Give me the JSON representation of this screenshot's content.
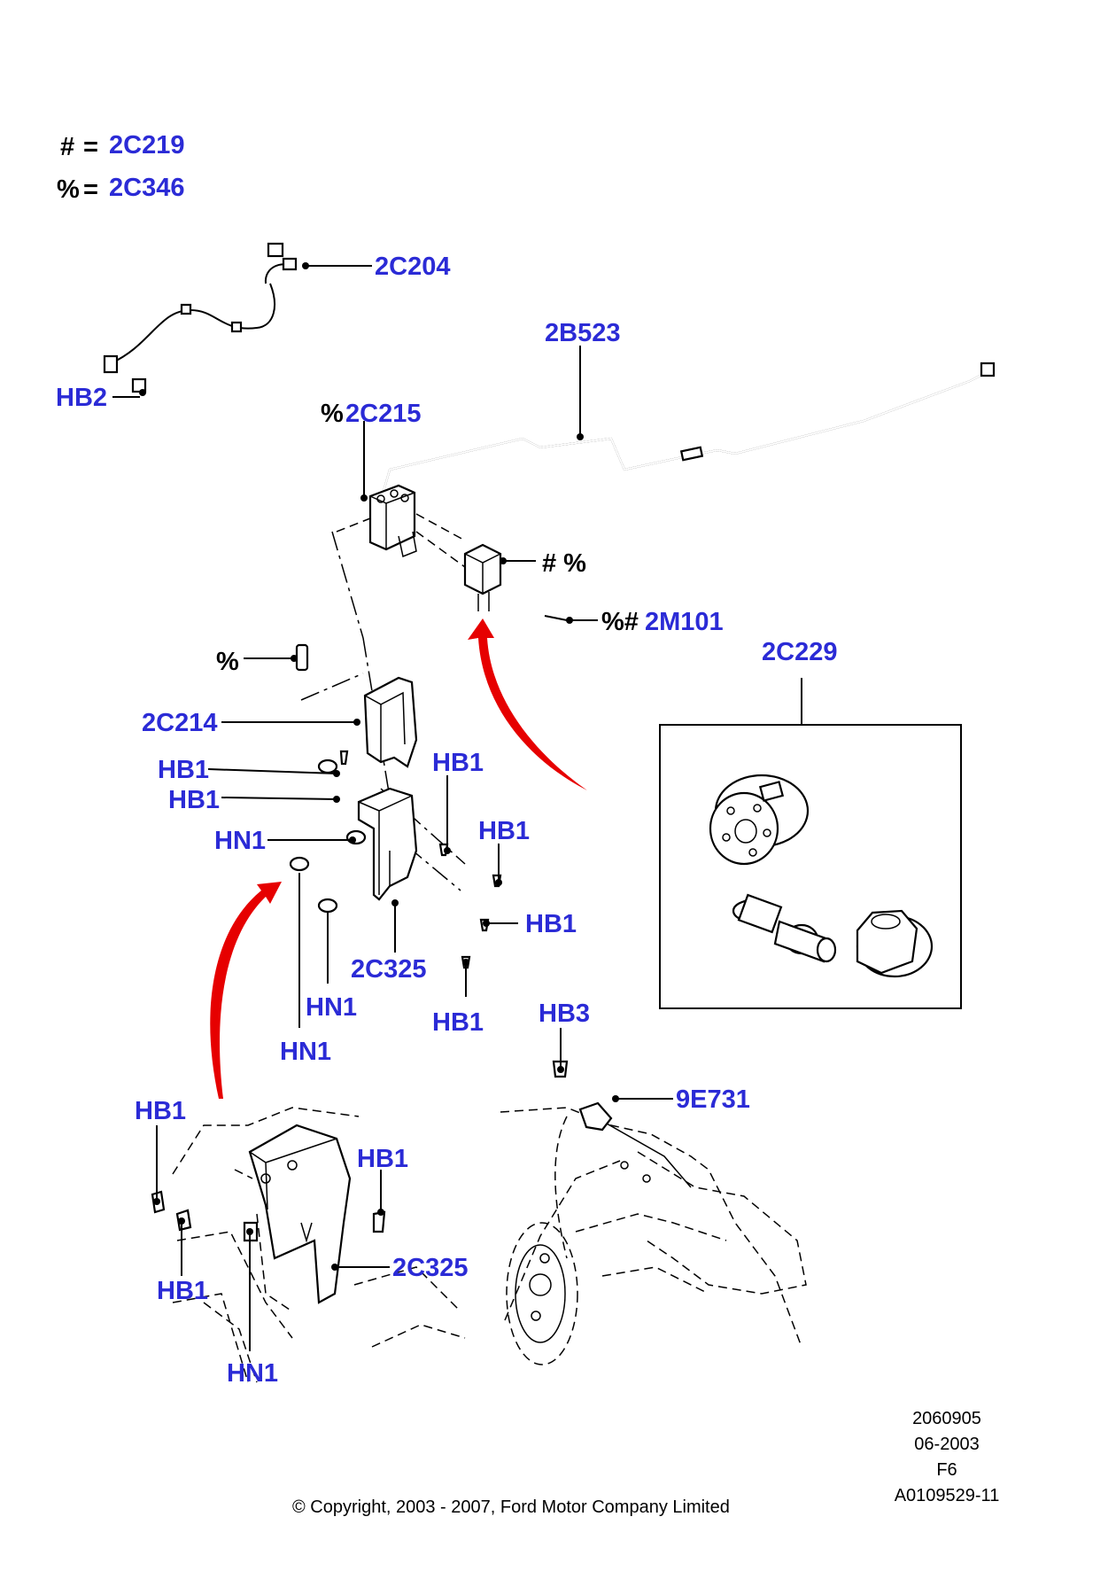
{
  "legend": {
    "items": [
      {
        "symbol": "#",
        "eq": "=",
        "code": "2C219"
      },
      {
        "symbol": "%",
        "eq": "=",
        "code": "2C346"
      }
    ]
  },
  "callouts": {
    "c2C204": "2C204",
    "hb2": "HB2",
    "c2B523": "2B523",
    "pct_2C215": "%",
    "c2C215": "2C215",
    "hash_pct": "# %",
    "pct_hash": "%#",
    "c2M101": "2M101",
    "pct": "%",
    "c2C229": "2C229",
    "c2C214": "2C214",
    "hb1_a": "HB1",
    "hb1_b": "HB1",
    "hb1_c": "HB1",
    "hn1_a": "HN1",
    "hb1_d": "HB1",
    "hb1_e": "HB1",
    "c2C325_a": "2C325",
    "hn1_b": "HN1",
    "hb1_f": "HB1",
    "hn1_c": "HN1",
    "hb3": "HB3",
    "c9E731": "9E731",
    "hb1_g": "HB1",
    "hb1_h": "HB1",
    "c2C325_b": "2C325",
    "hb1_i": "HB1",
    "hn1_d": "HN1"
  },
  "footer": {
    "line1": "2060905",
    "line2": "06-2003",
    "line3": "F6",
    "line4": "A0109529-11",
    "copyright": "© Copyright, 2003 - 2007, Ford Motor Company Limited"
  },
  "colors": {
    "label": "#2b2bd6",
    "arrow": "#e60000",
    "text": "#000000"
  }
}
